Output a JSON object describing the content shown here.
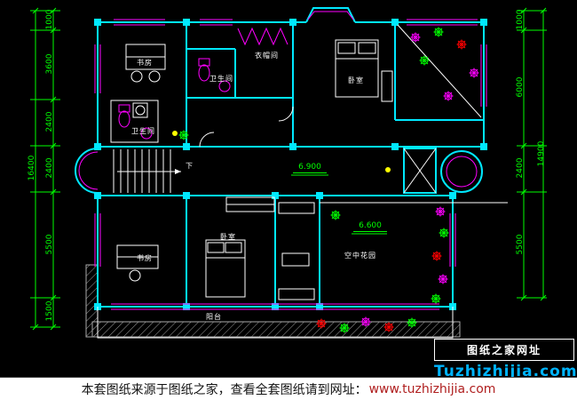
{
  "canvas": {
    "bg": "#000000",
    "wall_color": "#00e8ff",
    "window_color": "#ff00ff",
    "dim_color": "#00ff00",
    "text_color": "#ffffff"
  },
  "dimensions": {
    "left_total": "16400",
    "left_segments": [
      "1000",
      "3600",
      "2400",
      "2400",
      "5500",
      "1500"
    ],
    "right_total": "14900",
    "right_segments": [
      "1000",
      "6000",
      "2400",
      "5500"
    ]
  },
  "labels": {
    "study_top": "书房",
    "bath_top": "卫生间",
    "cloakroom": "衣帽间",
    "bedroom_top": "卧室",
    "bath_mid": "卫生间",
    "stair_down": "下",
    "study_bottom": "书房",
    "bedroom_bottom": "卧室",
    "sky_garden": "空中花园",
    "balcony": "阳台"
  },
  "annotations": {
    "elevation_upper": "6.900",
    "elevation_lower": "6.600"
  },
  "watermark": {
    "box_label": "图纸之家网址",
    "site": "Tuzhizhijia.com",
    "site_color": "#00b4ff"
  },
  "footer": {
    "text": "本套图纸来源于图纸之家，查看全套图纸请到网址：",
    "url": "www.tuzhizhijia.com"
  }
}
